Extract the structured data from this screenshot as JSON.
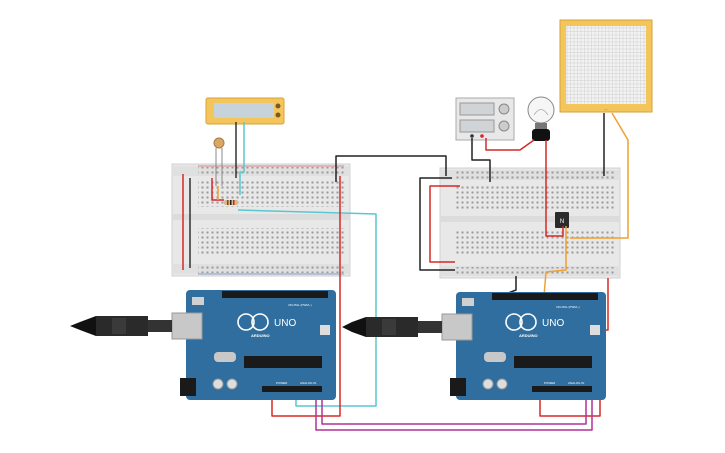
{
  "boards": {
    "left": {
      "brand": "ARDUINO",
      "model": "UNO",
      "digital_header": "DIGITAL (PWM~)",
      "power_header": "POWER",
      "analog_header": "ANALOG IN"
    },
    "right": {
      "brand": "ARDUINO",
      "model": "UNO",
      "digital_header": "DIGITAL (PWM~)",
      "power_header": "POWER",
      "analog_header": "ANALOG IN"
    }
  },
  "components": {
    "transistor_label": "N",
    "display_marker": "—"
  },
  "colors": {
    "board_blue": "#2f6e9e",
    "breadboard": "#e6e6e6",
    "wire_red": "#d62828",
    "wire_black": "#222222",
    "wire_cyan": "#5cc6d0",
    "wire_orange": "#f0a030",
    "wire_purple": "#b0309a",
    "lcd_frame": "#f4c55a"
  }
}
